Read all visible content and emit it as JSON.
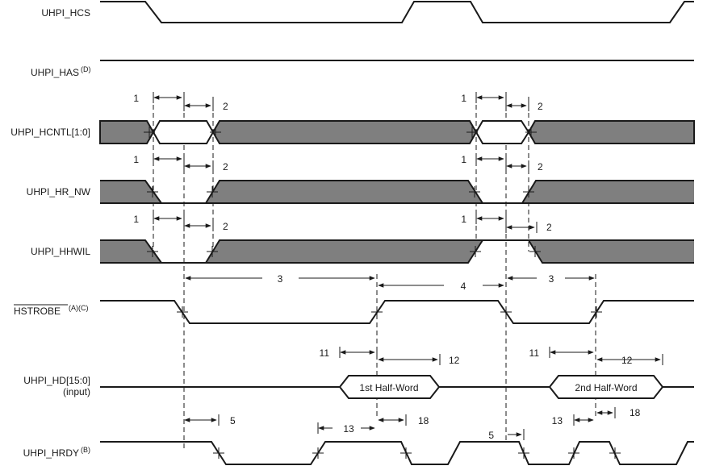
{
  "signals": [
    {
      "id": "hcs",
      "label": "UHPI_HCS",
      "sup": ""
    },
    {
      "id": "has",
      "label": "UHPI_HAS",
      "sup": "(D)"
    },
    {
      "id": "hcntl",
      "label": "UHPI_HCNTL[1:0]",
      "sup": ""
    },
    {
      "id": "hrnw",
      "label": "UHPI_HR_NW",
      "sup": ""
    },
    {
      "id": "hhwil",
      "label": "UHPI_HHWIL",
      "sup": ""
    },
    {
      "id": "hstrobe",
      "label": "HSTROBE",
      "sup": "(A)(C)"
    },
    {
      "id": "hd",
      "label": "UHPI_HD[15:0]",
      "sub": "(input)",
      "sup": ""
    },
    {
      "id": "hrdy",
      "label": "UHPI_HRDY",
      "sup": "(B)"
    }
  ],
  "bus_labels": {
    "first": "1st Half-Word",
    "second": "2nd Half-Word"
  },
  "timing_numbers": {
    "n1": "1",
    "n2": "2",
    "n3": "3",
    "n4": "4",
    "n5": "5",
    "n11": "11",
    "n12": "12",
    "n13": "13",
    "n18": "18"
  }
}
